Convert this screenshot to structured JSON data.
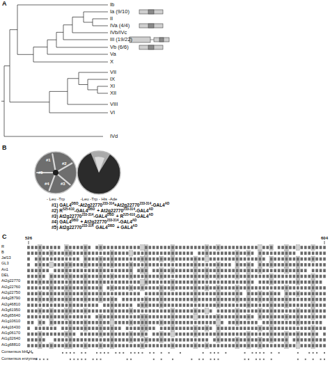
{
  "diagram": {
    "nodes": [
      {
        "text": [
          "#1",
          "#2",
          "#5",
          "#4",
          "#3"
        ]
      }
    ],
    "labels": [
      "A",
      "Ib",
      "Ia (9/10)",
      "II",
      "IVa (4/4)",
      "IVb/IVc",
      "III (19/22)",
      "Vb (6/6)",
      "Va",
      "X",
      "VII",
      "IX",
      "XI",
      "XII",
      "VIII",
      "VI",
      "IVd",
      "B",
      "- Leu -Trp",
      "-Leu -Trp - His -Ade",
      "#1) GAL4",
      "DBD",
      "-At2g22770",
      "233-314",
      "+At2g22770",
      "233-314",
      "-GAL4",
      "AD",
      "#2) R",
      "525-610",
      "-GAL4",
      "DBD",
      "+ At2g22770",
      "233-314",
      "-GAL4",
      "AD",
      "#3) At2g22770",
      "233-314",
      "-GAL4",
      "DBD",
      "+ R",
      "525-610",
      "-GAL4",
      "AD",
      "#4) GAL4",
      "DBD",
      "+ At2g22770",
      "233-314",
      "-GAL4",
      "AD",
      "#5) At2g22770",
      "233-314",
      "GAL4",
      "DBD",
      "+ GAL4",
      "AD",
      "C",
      "526",
      "604",
      "R",
      "B",
      "Jaf13",
      "GL3",
      "An1",
      "DEL",
      "At2g22770",
      "At2g22760",
      "At2g22750",
      "At4g28790",
      "At2g46810",
      "At3g61950",
      "At5g65640",
      "At1g10610",
      "At4g16430",
      "At1g06170",
      "At1g32640",
      "At1g68810",
      "Consensus bHLH",
      "Consensus enzymes"
    ]
  }
}
